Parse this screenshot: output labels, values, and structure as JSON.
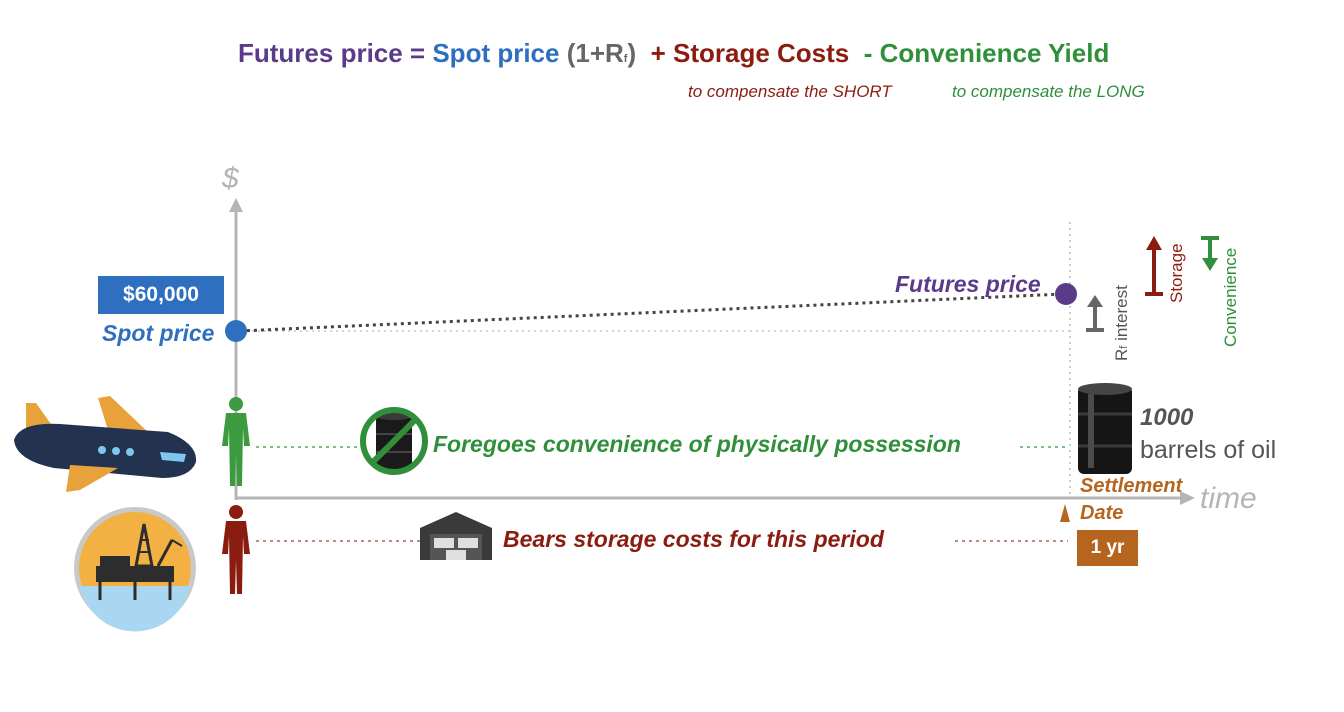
{
  "formula": {
    "futures": "Futures price = ",
    "spot": "Spot price",
    "rf_open": " (1+R",
    "rf_sub": "f",
    "rf_close": ")",
    "storage": "+ Storage Costs",
    "convenience": "- Convenience Yield",
    "note_short": "to compensate the SHORT",
    "note_long": "to compensate the LONG"
  },
  "axes": {
    "y_label": "$",
    "x_label": "time"
  },
  "spot": {
    "value_label": "$60,000",
    "label": "Spot price"
  },
  "futures": {
    "label": "Futures price"
  },
  "components": {
    "rf_prefix": "R",
    "rf_sub": "f",
    "rf_suffix": " interest",
    "storage": "Storage",
    "convenience": "Convenience"
  },
  "long_party": {
    "text": "Foregoes convenience of physically possession"
  },
  "short_party": {
    "text": "Bears storage costs for this period"
  },
  "asset": {
    "quantity": "1000",
    "description": "barrels of oil"
  },
  "settlement": {
    "label": "Settlement Date",
    "period": "1 yr"
  },
  "colors": {
    "futures": "#5c3a8a",
    "spot": "#2e6fbf",
    "storage": "#8b1c10",
    "convenience": "#2f8f3a",
    "settlement": "#b5651d",
    "axis": "#b5b5b5"
  },
  "icons": [
    "airplane-icon",
    "oil-rig-icon",
    "person-long-icon",
    "person-short-icon",
    "no-barrel-icon",
    "warehouse-icon",
    "oil-barrel-icon"
  ]
}
